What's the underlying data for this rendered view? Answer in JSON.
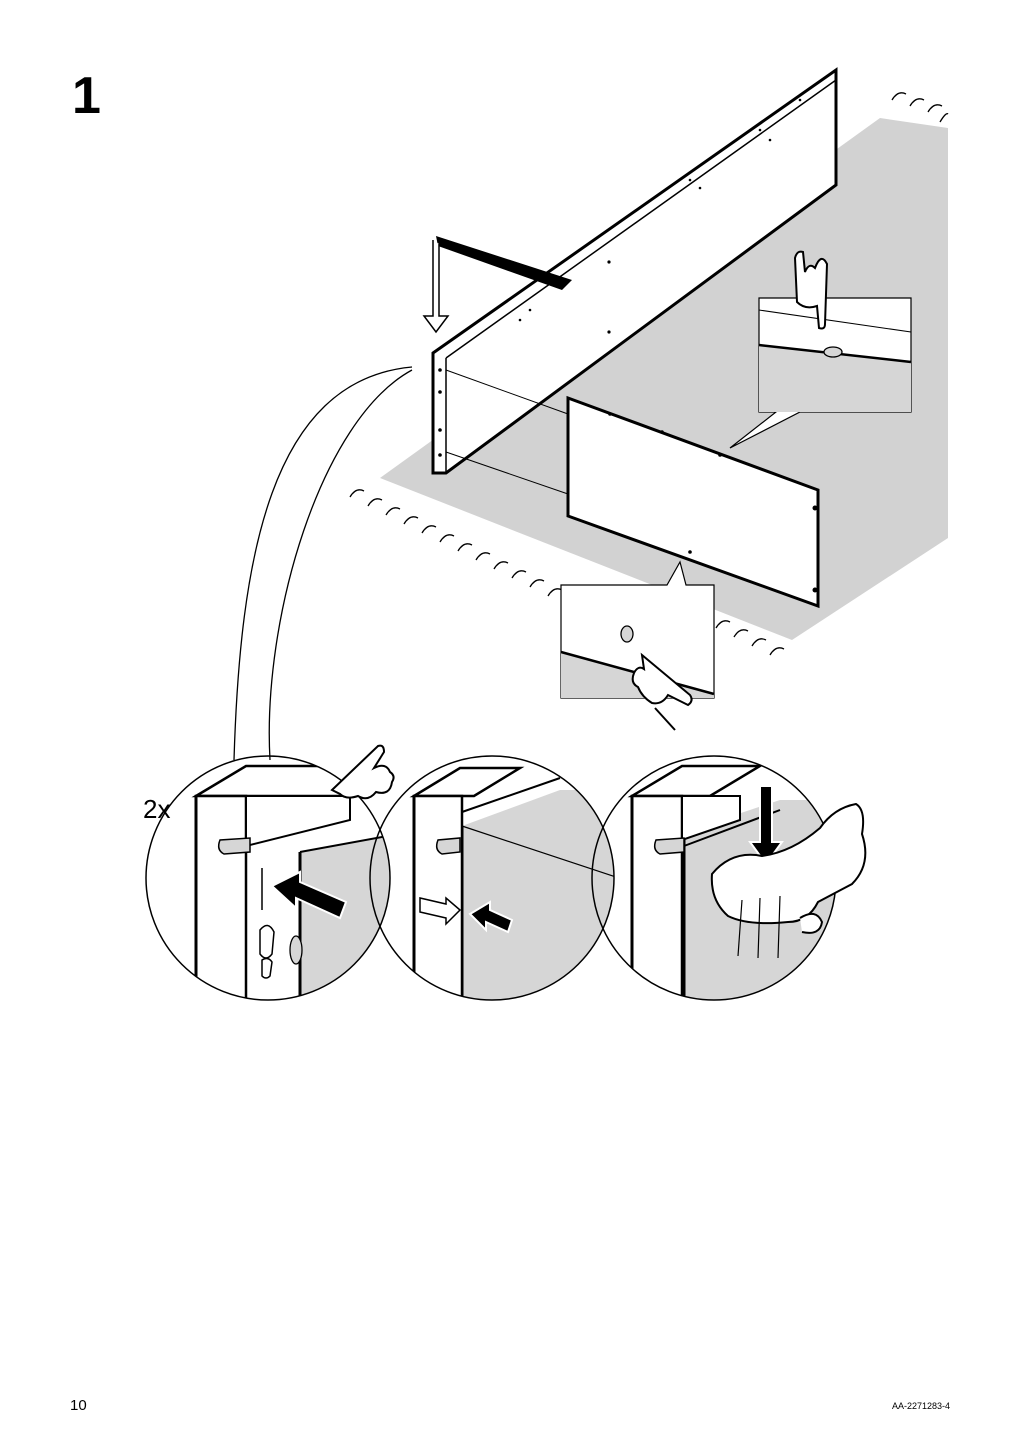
{
  "step": {
    "number": "1"
  },
  "detail": {
    "quantity": "2x"
  },
  "footer": {
    "page_number": "10",
    "document_id": "AA-2271283-4"
  },
  "colors": {
    "ink": "#000000",
    "floor_grey": "#d2d2d2",
    "panel_grey": "#d6d6d6",
    "paper": "#ffffff"
  },
  "icons": [
    "down-arrow-icon",
    "pointing-hand-icon",
    "push-arrow-icon",
    "outline-arrow-icon",
    "fist-hand-icon",
    "callout-bubble"
  ]
}
